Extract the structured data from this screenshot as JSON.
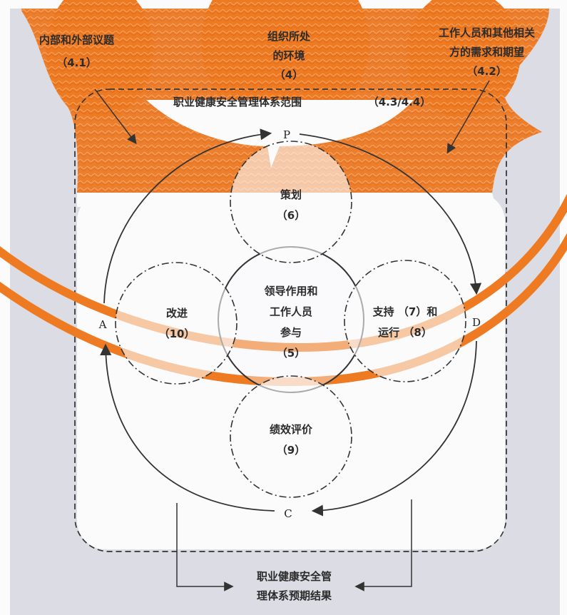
{
  "external": {
    "issues": {
      "label": "内部和外部议题",
      "ref": "（4.1）"
    },
    "context": {
      "label1": "组织所处",
      "label2": "的环境",
      "ref": "（4）"
    },
    "parties": {
      "label1": "工作人员和其他相关",
      "label2": "方的需求和期望",
      "ref": "（4.2）"
    }
  },
  "scope": {
    "label": "职业健康安全管理体系范围",
    "ref": "（4.3/4.4）"
  },
  "pdca": {
    "p": "P",
    "d": "D",
    "c": "C",
    "a": "A"
  },
  "circles": {
    "planning": {
      "label": "策划",
      "ref": "（6）"
    },
    "improvement": {
      "label": "改进",
      "ref": "（10）"
    },
    "center": {
      "line1": "领导作用和",
      "line2": "工作人员",
      "line3": "参与",
      "ref": "（5）"
    },
    "support": {
      "line1": "支持 （7）和",
      "line2": "运行 （8）"
    },
    "evaluation": {
      "label": "绩效评价",
      "ref": "（9）"
    }
  },
  "outcome": {
    "line1": "职业健康安全管",
    "line2": "理体系预期结果"
  },
  "colors": {
    "orange": "#ee7a22",
    "panel": "#dcdde4",
    "line": "#333333"
  }
}
